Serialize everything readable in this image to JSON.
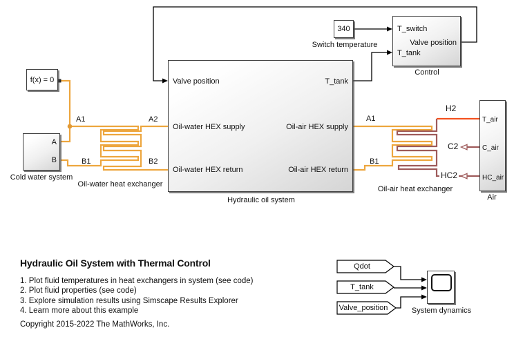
{
  "colors": {
    "oil_wire": "#EDA63E",
    "junction": "#E29A36",
    "air_wire": "#9E5A5A",
    "hot_air_wire": "#F4511E",
    "signal_wire": "#000000"
  },
  "blocks": {
    "solver": {
      "label": "f(x) = 0"
    },
    "cold_water": {
      "name": "Cold water system",
      "ports": {
        "a": "A",
        "b": "B"
      }
    },
    "oil_water_hex": {
      "name": "Oil-water heat exchanger",
      "port_a1": "A1",
      "port_a2": "A2",
      "port_b1": "B1",
      "port_b2": "B2"
    },
    "hydraulic": {
      "name": "Hydraulic oil system",
      "ports": {
        "valve": "Valve position",
        "t_tank": "T_tank",
        "ow_supply": "Oil-water HEX supply",
        "oa_supply": "Oil-air HEX supply",
        "ow_return": "Oil-water HEX return",
        "oa_return": "Oil-air HEX return"
      }
    },
    "switch_temp": {
      "value": "340",
      "name": "Switch temperature"
    },
    "control": {
      "name": "Control",
      "ports": {
        "t_switch": "T_switch",
        "valve": "Valve position",
        "t_tank": "T_tank"
      }
    },
    "oil_air_hex": {
      "name": "Oil-air heat exchanger",
      "port_a1": "A1",
      "port_b1": "B1",
      "port_h2": "H2",
      "port_c2": "C2",
      "port_hc2": "HC2"
    },
    "air": {
      "name": "Air",
      "ports": {
        "t_air": "T_air",
        "c_air": "C_air",
        "hc_air": "HC_air"
      }
    },
    "tags": {
      "qdot": "Qdot",
      "t_tank": "T_tank",
      "valve_position": "Valve_position"
    },
    "scope": {
      "name": "System dynamics"
    }
  },
  "annotation": {
    "title": "Hydraulic Oil System with Thermal Control",
    "items": [
      "1. Plot fluid temperatures in heat exchangers in system (see code)",
      "2. Plot fluid properties (see code)",
      "3. Explore simulation results using Simscape Results Explorer",
      "4. Learn more about this example"
    ],
    "copyright": "Copyright 2015-2022 The MathWorks, Inc."
  }
}
